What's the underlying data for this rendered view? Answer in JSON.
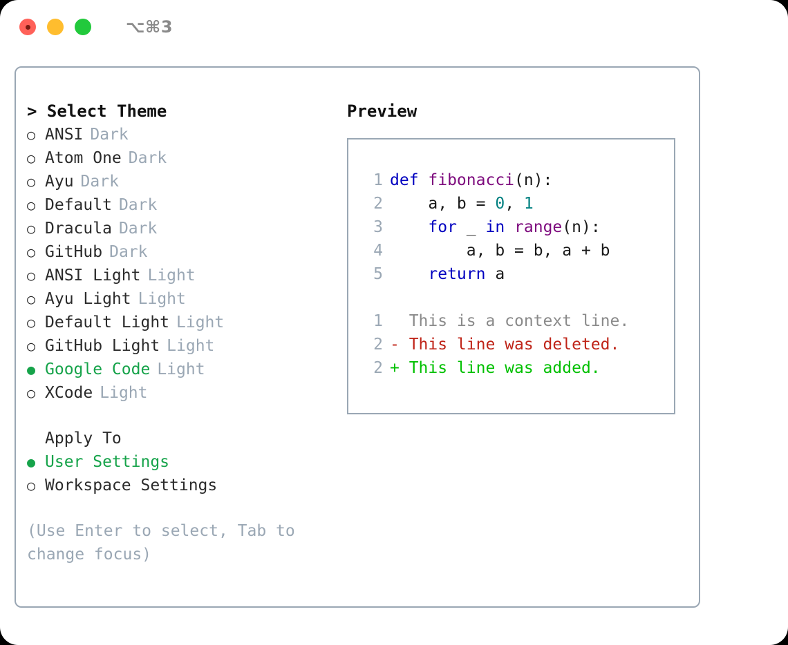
{
  "window": {
    "shortcut": "⌥⌘3",
    "traffic_lights": [
      "close-red",
      "minimize-yellow",
      "maximize-green"
    ]
  },
  "left_panel": {
    "title": "> Select Theme",
    "selected_marker": "●",
    "unselected_marker": "○",
    "accent_color": "#16a34a",
    "themes": [
      {
        "name": "ANSI",
        "category": "Dark",
        "selected": false
      },
      {
        "name": "Atom One",
        "category": "Dark",
        "selected": false
      },
      {
        "name": "Ayu",
        "category": "Dark",
        "selected": false
      },
      {
        "name": "Default",
        "category": "Dark",
        "selected": false
      },
      {
        "name": "Dracula",
        "category": "Dark",
        "selected": false
      },
      {
        "name": "GitHub",
        "category": "Dark",
        "selected": false
      },
      {
        "name": "ANSI Light",
        "category": "Light",
        "selected": false
      },
      {
        "name": "Ayu Light",
        "category": "Light",
        "selected": false
      },
      {
        "name": "Default Light",
        "category": "Light",
        "selected": false
      },
      {
        "name": "GitHub Light",
        "category": "Light",
        "selected": false
      },
      {
        "name": "Google Code",
        "category": "Light",
        "selected": true
      },
      {
        "name": "XCode",
        "category": "Light",
        "selected": false
      }
    ],
    "apply_to": {
      "heading": "Apply To",
      "options": [
        {
          "name": "User Settings",
          "selected": true
        },
        {
          "name": "Workspace Settings",
          "selected": false
        }
      ]
    },
    "hint": "(Use Enter to select, Tab to change focus)"
  },
  "right_panel": {
    "title": "Preview",
    "code_lines": [
      {
        "num": "1",
        "tokens": [
          {
            "t": "def ",
            "c": "kw"
          },
          {
            "t": "fibonacci",
            "c": "fn"
          },
          {
            "t": "(n):",
            "c": "pl"
          }
        ]
      },
      {
        "num": "2",
        "tokens": [
          {
            "t": "    a, b = ",
            "c": "pl"
          },
          {
            "t": "0",
            "c": "num"
          },
          {
            "t": ", ",
            "c": "pl"
          },
          {
            "t": "1",
            "c": "num"
          }
        ]
      },
      {
        "num": "3",
        "tokens": [
          {
            "t": "    ",
            "c": "pl"
          },
          {
            "t": "for",
            "c": "kw"
          },
          {
            "t": " _ ",
            "c": "pl"
          },
          {
            "t": "in",
            "c": "kw"
          },
          {
            "t": " ",
            "c": "pl"
          },
          {
            "t": "range",
            "c": "fn"
          },
          {
            "t": "(n):",
            "c": "pl"
          }
        ]
      },
      {
        "num": "4",
        "tokens": [
          {
            "t": "        a, b = b, a + b",
            "c": "pl"
          }
        ]
      },
      {
        "num": "5",
        "tokens": [
          {
            "t": "    ",
            "c": "pl"
          },
          {
            "t": "return",
            "c": "kw"
          },
          {
            "t": " a",
            "c": "pl"
          }
        ]
      }
    ],
    "diff_lines": [
      {
        "num": "1",
        "text": "  This is a context line.",
        "kind": "ctx"
      },
      {
        "num": "2",
        "text": "- This line was deleted.",
        "kind": "del"
      },
      {
        "num": "2",
        "text": "+ This line was added.",
        "kind": "add"
      }
    ]
  },
  "colors": {
    "accent_green": "#16a34a",
    "diff_add": "#00c000",
    "diff_del": "#bf2418",
    "diff_ctx": "#8a8a8a",
    "muted": "#9aa7b4",
    "keyword": "#0000c0",
    "function": "#7d0a7d",
    "number": "#008080",
    "border": "#9aa7b4"
  }
}
